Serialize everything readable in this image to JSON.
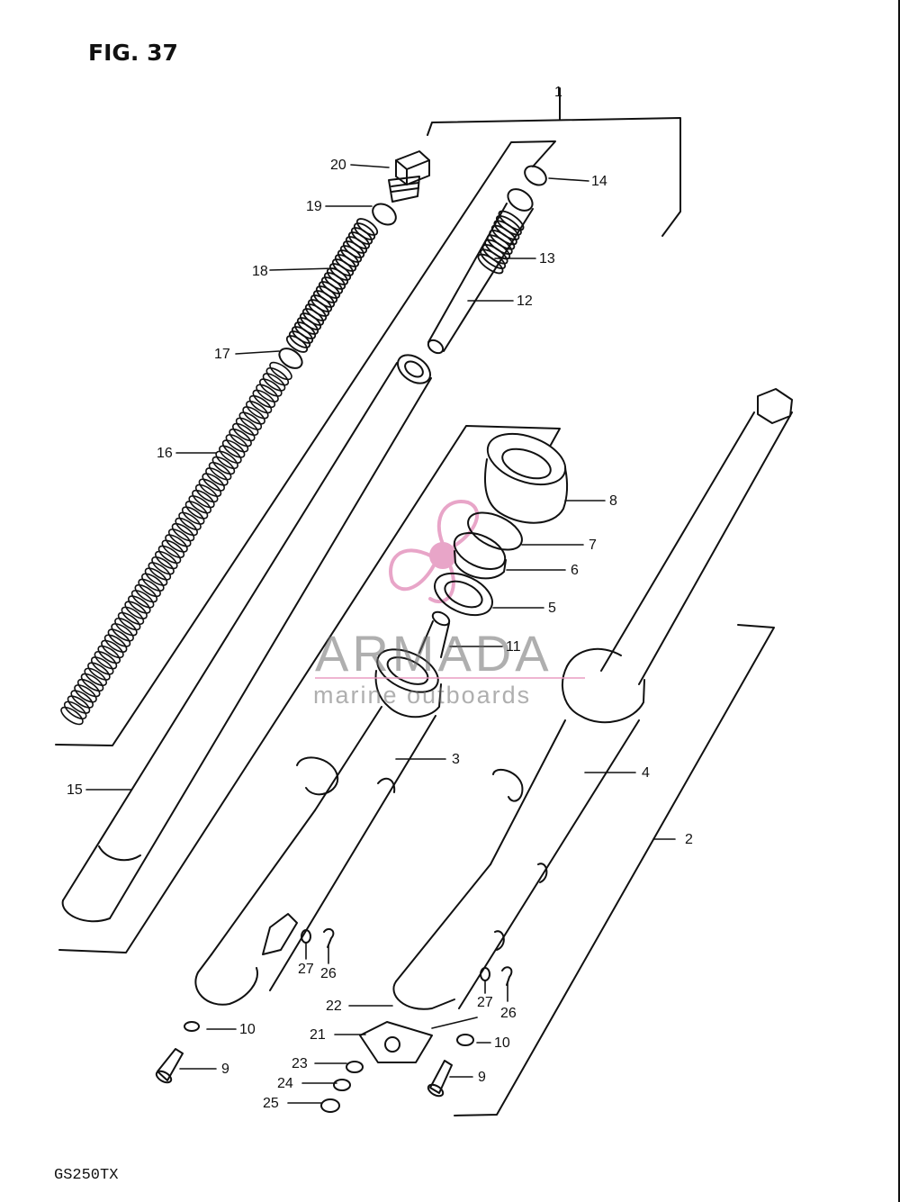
{
  "figure": {
    "title": "FIG. 37",
    "model": "GS250TX"
  },
  "watermark": {
    "brand": "ARMADA",
    "tagline": "marine outboards",
    "color_pink": "#e596bf",
    "color_gray": "#8a8a8a"
  },
  "callouts": [
    {
      "id": "1",
      "label": "1"
    },
    {
      "id": "2",
      "label": "2"
    },
    {
      "id": "3",
      "label": "3"
    },
    {
      "id": "4",
      "label": "4"
    },
    {
      "id": "5",
      "label": "5"
    },
    {
      "id": "6",
      "label": "6"
    },
    {
      "id": "7",
      "label": "7"
    },
    {
      "id": "8",
      "label": "8"
    },
    {
      "id": "9a",
      "label": "9"
    },
    {
      "id": "9b",
      "label": "9"
    },
    {
      "id": "10a",
      "label": "10"
    },
    {
      "id": "10b",
      "label": "10"
    },
    {
      "id": "11",
      "label": "11"
    },
    {
      "id": "12",
      "label": "12"
    },
    {
      "id": "13",
      "label": "13"
    },
    {
      "id": "14",
      "label": "14"
    },
    {
      "id": "15",
      "label": "15"
    },
    {
      "id": "16",
      "label": "16"
    },
    {
      "id": "17",
      "label": "17"
    },
    {
      "id": "18",
      "label": "18"
    },
    {
      "id": "19",
      "label": "19"
    },
    {
      "id": "20",
      "label": "20"
    },
    {
      "id": "21",
      "label": "21"
    },
    {
      "id": "22",
      "label": "22"
    },
    {
      "id": "23",
      "label": "23"
    },
    {
      "id": "24",
      "label": "24"
    },
    {
      "id": "25",
      "label": "25"
    },
    {
      "id": "26a",
      "label": "26"
    },
    {
      "id": "26b",
      "label": "26"
    },
    {
      "id": "27a",
      "label": "27"
    },
    {
      "id": "27b",
      "label": "27"
    }
  ]
}
